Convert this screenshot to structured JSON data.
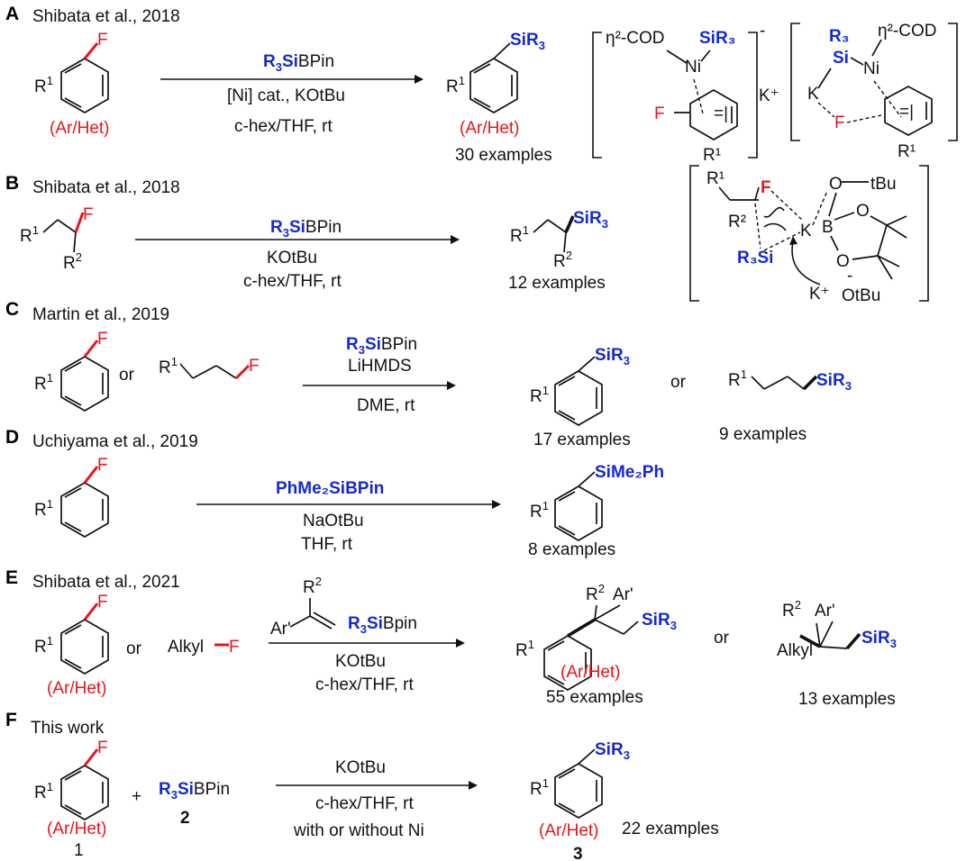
{
  "sections": [
    {
      "letter": "A",
      "citation": "Shibata et al., 2018",
      "substrate": {
        "sub": "R",
        "sup": "1",
        "hal": "F",
        "tag": "(Ar/Het)"
      },
      "reagent": {
        "si": "R",
        "sub": "3",
        "si2": "Si",
        "rest": "BPin"
      },
      "cond1": "[Ni] cat., KOtBu",
      "cond2": "c-hex/THF, rt",
      "product": {
        "group": "SiR",
        "group_sub": "3",
        "tag": "(Ar/Het)",
        "examples": "30 examples"
      },
      "int1": {
        "cod": "η²-COD",
        "si": "SiR₃",
        "ni": "Ni",
        "f": "F",
        "r": "R¹",
        "charge": "-",
        "k": "K⁺"
      },
      "int2": {
        "r3": "R₃",
        "si": "Si",
        "ni": "Ni",
        "cod": "η²-COD",
        "k": "K",
        "f": "F",
        "r": "R¹"
      }
    },
    {
      "letter": "B",
      "citation": "Shibata et al., 2018",
      "cond1": "KOtBu",
      "cond2": "c-hex/THF, rt",
      "examples": "12 examples",
      "ts": {
        "r1": "R¹",
        "r2": "R²",
        "f": "F",
        "si": "R₃Si",
        "k": "K",
        "o1": "O",
        "tbu": "tBu",
        "b": "B",
        "o2": "O",
        "o3": "O",
        "kplus": "K⁺",
        "otbu": "OtBu",
        "minus": "-"
      }
    },
    {
      "letter": "C",
      "citation": "Martin et al., 2019",
      "or": "or",
      "base": "LiHMDS",
      "cond": "DME, rt",
      "ex1": "17 examples",
      "ex2": "9 examples"
    },
    {
      "letter": "D",
      "citation": "Uchiyama et al., 2019",
      "reagent": "PhMe₂SiBPin",
      "cond1": "NaOtBu",
      "cond2": "THF, rt",
      "group": "SiMe₂Ph",
      "examples": "8 examples"
    },
    {
      "letter": "E",
      "citation": "Shibata et al., 2021",
      "or": "or",
      "alkyl": "Alkyl",
      "hal": "F",
      "ar": "Ar'",
      "r2": "R²",
      "reagent": "R₃SiBpin",
      "cond1": "KOtBu",
      "cond2": "c-hex/THF, rt",
      "tag": "(Ar/Het)",
      "ex1": "55 examples",
      "ex2": "13 examples"
    },
    {
      "letter": "F",
      "citation": "This work",
      "plus": "+",
      "num1": "1",
      "num2": "2",
      "num3": "3",
      "cond1": "KOtBu",
      "cond2": "c-hex/THF, rt",
      "cond3": "with or without Ni",
      "tag": "(Ar/Het)",
      "examples": "22 examples"
    }
  ],
  "colors": {
    "fluorine": "#e8141c",
    "silicon": "#1428d8",
    "text": "#111111"
  }
}
